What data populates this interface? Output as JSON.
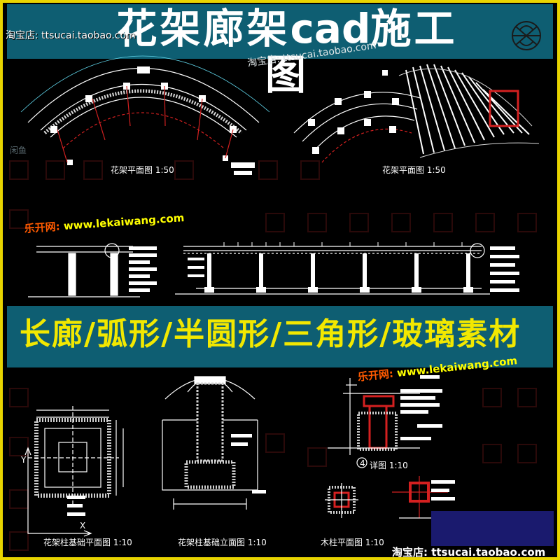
{
  "header": {
    "title_cn": "花架廊架",
    "title_cad": "cad",
    "title_tail": "施工图",
    "shop_label": "淘宝店: ttsucai.taobao.com"
  },
  "watermarks": {
    "shop_mid": "淘宝店: ttsucai.taobao.com",
    "shop_bottom": "淘宝店: ttsucai.taobao.com",
    "lekai_1_cn": "乐开网:",
    "lekai_1_url": "www.lekaiwang.com",
    "lekai_2_cn": "乐开网:",
    "lekai_2_url": "www.lekaiwang.com",
    "side_small": "闲鱼"
  },
  "band": {
    "text": "长廊/弧形/半圆形/三角形/玻璃素材"
  },
  "captions": {
    "plan_left": "花架平面图 1:50",
    "plan_right": "花架平面图 1:50",
    "detail": "详图 1:10",
    "col_base_plan": "花架柱基础平面图 1:10",
    "col_base_elev": "花架柱基础立面图 1:10",
    "wood_col_plan": "木柱平面图 1:10",
    "axis_y": "Y",
    "axis_x": "X",
    "detail_num": "4"
  },
  "colors": {
    "frame": "#e8d400",
    "band": "#0e5e72",
    "band_text": "#f2e800",
    "cad_line": "#ffffff",
    "cad_red": "#d42020",
    "cad_cyan": "#5fd3e8"
  }
}
